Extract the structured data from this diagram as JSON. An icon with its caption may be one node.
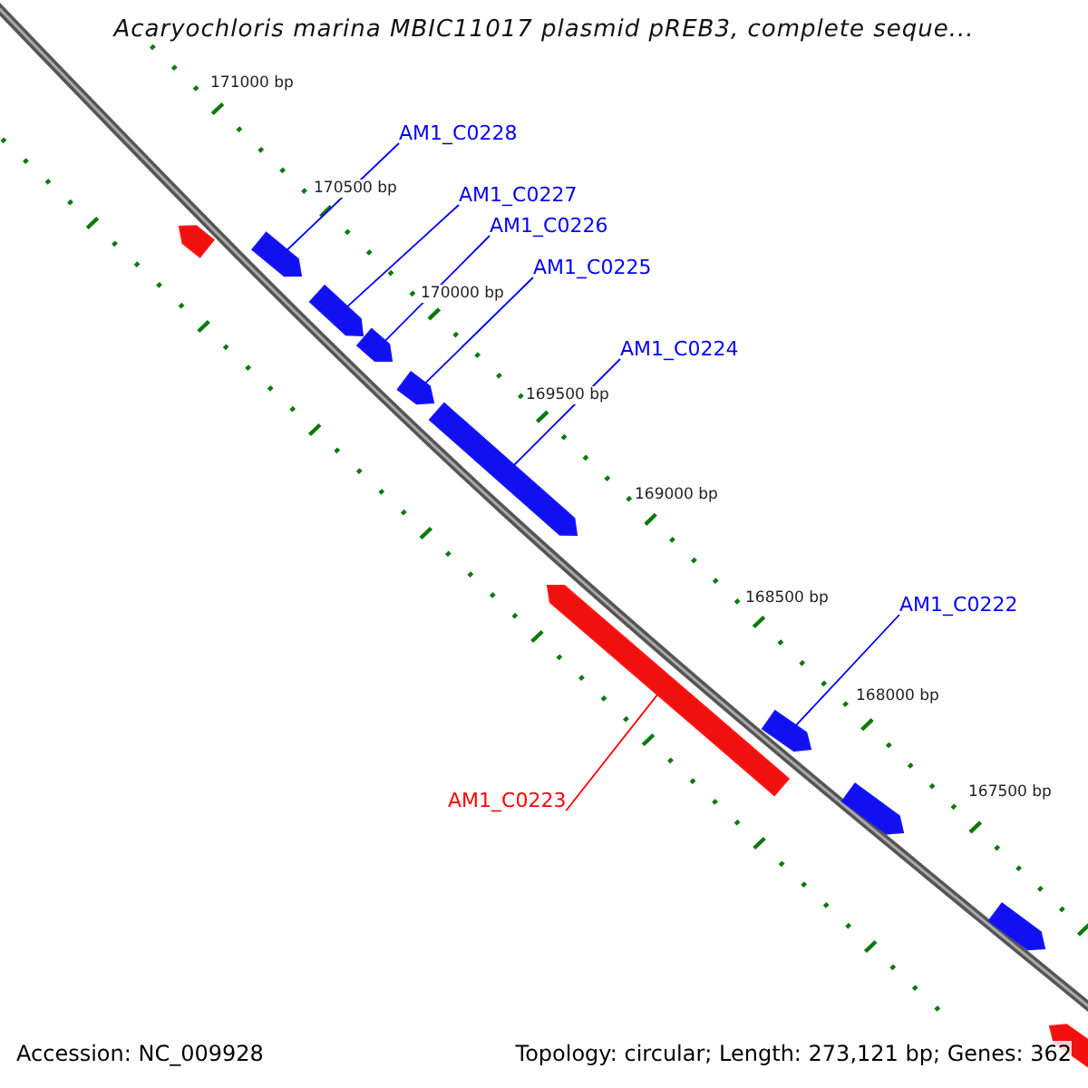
{
  "diagram": {
    "title": "Acaryochloris marina MBIC11017 plasmid pREB3, complete seque...",
    "nodes": [
      {
        "text": [
          "AM1_C0228"
        ]
      },
      {
        "text": [
          "AM1_C0227"
        ]
      },
      {
        "text": [
          "AM1_C0226"
        ]
      },
      {
        "text": [
          "AM1_C0225"
        ]
      },
      {
        "text": [
          "AM1_C0224"
        ]
      },
      {
        "text": [
          "AM1_C0222"
        ]
      },
      {
        "text": [
          "AM1_C0223"
        ]
      },
      {
        "text": [],
        "shape": "arrow"
      },
      {
        "text": [],
        "shape": "arrow"
      },
      {
        "text": [],
        "shape": "arrow"
      },
      {
        "text": [],
        "shape": "arrow"
      },
      {
        "text": [],
        "shape": "arrow"
      },
      {
        "text": [],
        "shape": "arrow"
      },
      {
        "text": [],
        "shape": "arrow"
      },
      {
        "text": [],
        "shape": "arrow"
      },
      {
        "text": [],
        "shape": "arrow"
      },
      {
        "text": [],
        "shape": "arrow"
      },
      {
        "text": [],
        "shape": "arrow"
      }
    ],
    "edges": [
      {
        "from": 0,
        "to": 8,
        "arrow": "none"
      },
      {
        "from": 1,
        "to": 9,
        "arrow": "none"
      },
      {
        "from": 2,
        "to": 10,
        "arrow": "none"
      },
      {
        "from": 3,
        "to": 11,
        "arrow": "none"
      },
      {
        "from": 4,
        "to": 12,
        "arrow": "none"
      },
      {
        "from": 5,
        "to": 14,
        "arrow": "none"
      },
      {
        "from": 6,
        "to": 13,
        "arrow": "none",
        "color": "#ff0000"
      }
    ],
    "labels": [
      "171000 bp",
      "170500 bp",
      "170000 bp",
      "169500 bp",
      "169000 bp",
      "168500 bp",
      "168000 bp",
      "167500 bp",
      "Accession: NC_009928",
      "Topology: circular; Length: 273,121 bp; Genes: 362"
    ]
  }
}
